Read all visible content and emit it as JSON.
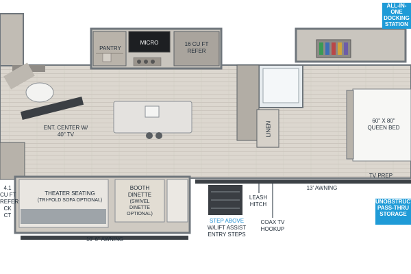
{
  "labels": {
    "pantry": "PANTRY",
    "micro": "MICRO",
    "refer16_line1": "16 CU FT",
    "refer16_line2": "REFER",
    "ent_center_line1": "ENT. CENTER w/",
    "ent_center_line2": "40\" TV",
    "queen_bed_line1": "60\" x 80\"",
    "queen_bed_line2": "QUEEN BED",
    "linen": "LINEN",
    "tv_prep": "TV PREP",
    "awning_13": "13' AWNING",
    "awning_10": "10' 6\" AWNING",
    "theater_line1": "THEATER SEATING",
    "theater_line2": "(TRI-FOLD SOFA OPTIONAL)",
    "booth_line1": "BOOTH",
    "booth_line2": "DINETTE",
    "booth_line3": "(SWIVEL",
    "booth_line4": "DINETTE",
    "booth_line5": "OPTIONAL)",
    "leash_line1": "LEASH",
    "leash_line2": "HITCH",
    "coax_line1": "COAX TV",
    "coax_line2": "HOOKUP",
    "step_line1": "STEP ABOVE",
    "step_line2": "w/LIFT ASSIST",
    "step_line3": "ENTRY STEPS",
    "left_refer_line1": "4.1",
    "left_refer_line2": "CU FT",
    "left_refer_line3": "REFER",
    "left_refer_line4": "CK",
    "left_refer_line5": "CT"
  },
  "callouts": {
    "docking_line1": "ALL-IN-ONE",
    "docking_line2": "DOCKING",
    "docking_line3": "STATION",
    "storage_line1": "UNOBSTRUCT",
    "storage_line2": "PASS-THRU",
    "storage_line3": "STORAGE"
  },
  "colors": {
    "floor": "#d9d4cc",
    "wall": "#6f767c",
    "accent_blue": "#1f9bd7",
    "label_dark": "#1e2a36"
  }
}
